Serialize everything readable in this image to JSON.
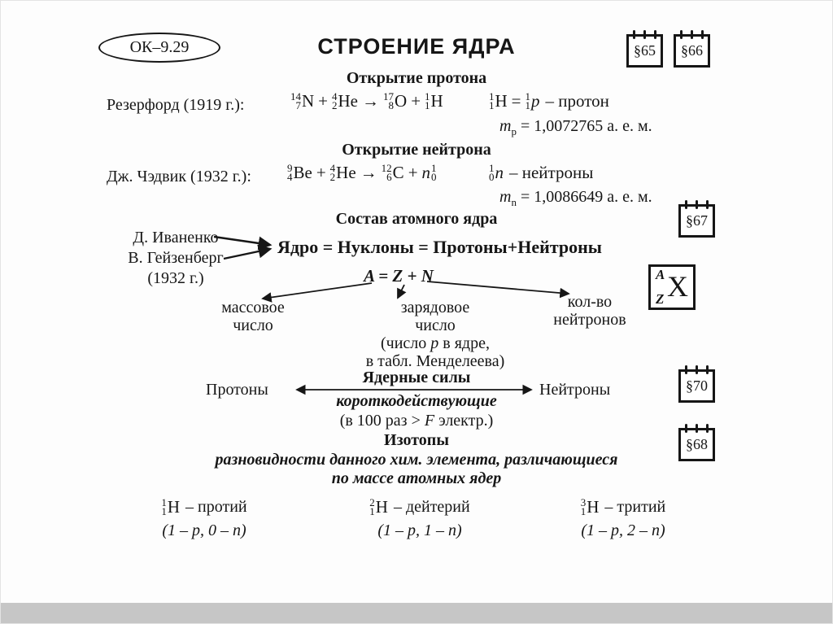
{
  "page": {
    "code": "ОК–9.29",
    "title": "СТРОЕНИЕ ЯДРА"
  },
  "badges": {
    "b65": "§65",
    "b66": "§66",
    "b67": "§67",
    "b70": "§70",
    "b68": "§68"
  },
  "proton_section": {
    "heading": "Открытие протона",
    "scientist": "Резерфорд (1919 г.):",
    "reaction": {
      "n_a": "14",
      "n_z": "7",
      "n_s": "N",
      "plus1": "+",
      "he_a": "4",
      "he_z": "2",
      "he_s": "He",
      "arrow": "→",
      "o_a": "17",
      "o_z": "8",
      "o_s": "O",
      "plus2": "+",
      "h_a": "1",
      "h_z": "1",
      "h_s": "H"
    },
    "definition": {
      "h_a": "1",
      "h_z": "1",
      "h_s": "H",
      "equals": "=",
      "p_a": "1",
      "p_z": "1",
      "p_s": "p",
      "label": "– протон"
    },
    "mass": {
      "m": "m",
      "sub": "p",
      "value": "= 1,0072765 а. е. м."
    }
  },
  "neutron_section": {
    "heading": "Открытие нейтрона",
    "scientist": "Дж. Чэдвик (1932 г.):",
    "reaction": {
      "be_a": "9",
      "be_z": "4",
      "be_s": "Be",
      "plus1": "+",
      "he_a": "4",
      "he_z": "2",
      "he_s": "He",
      "arrow": "→",
      "c_a": "12",
      "c_z": "6",
      "c_s": "C",
      "plus2": "+",
      "nn_s": "n",
      "nn_a": "1",
      "nn_z": "0"
    },
    "definition": {
      "n_a": "1",
      "n_z": "0",
      "n_s": "n",
      "label": "– нейтроны"
    },
    "mass": {
      "m": "m",
      "sub": "n",
      "value": "= 1,0086649 а. е. м."
    }
  },
  "composition": {
    "heading": "Состав атомного ядра",
    "authors": [
      "Д. Иваненко",
      "В. Гейзенберг",
      "(1932 г.)"
    ],
    "statement": "Ядро = Нуклоны = Протоны+Нейтроны",
    "formula": "A = Z + N",
    "branch_left": {
      "l1": "массовое",
      "l2": "число"
    },
    "branch_mid": {
      "l1": "зарядовое",
      "l2": "число",
      "l3a": "(число ",
      "l3p": "p",
      "l3b": " в ядре,",
      "l4": "в табл. Менделеева)"
    },
    "branch_right": {
      "l1": "кол-во",
      "l2": "нейтронов"
    },
    "element_box": {
      "a": "A",
      "z": "Z",
      "x": "X"
    }
  },
  "forces": {
    "heading": "Ядерные силы",
    "left": "Протоны",
    "right": "Нейтроны",
    "range": "короткодействующие",
    "note_a": "(в 100 раз > ",
    "note_f": "F",
    "note_b": " электр.)"
  },
  "isotopes": {
    "heading": "Изотопы",
    "desc1": "разновидности данного хим. элемента, различающиеся",
    "desc2": "по массе атомных ядер",
    "items": [
      {
        "a": "1",
        "z": "1",
        "s": "H",
        "name": "– протий",
        "formula": "(1 – p, 0 – n)"
      },
      {
        "a": "2",
        "z": "1",
        "s": "H",
        "name": "– дейтерий",
        "formula": "(1 – p, 1 – n)"
      },
      {
        "a": "3",
        "z": "1",
        "s": "H",
        "name": "– тритий",
        "formula": "(1 – p, 2 – n)"
      }
    ]
  }
}
